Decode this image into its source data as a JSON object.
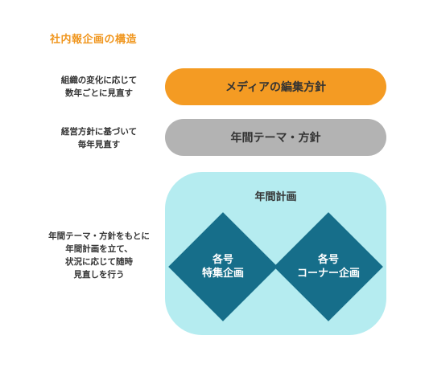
{
  "title": "社内報企画の構造",
  "rows": [
    {
      "label_lines": [
        "組織の変化に応じて",
        "数年ごとに見直す"
      ],
      "box": "メディアの編集方針"
    },
    {
      "label_lines": [
        "経営方針に基づいて",
        "毎年見直す"
      ],
      "box": "年間テーマ・方針"
    },
    {
      "label_lines": [
        "年間テーマ・方針をもとに",
        "年間計画を立て、",
        "状況に応じて随時",
        "見直しを行う"
      ],
      "box": "年間計画",
      "items": [
        {
          "lines": [
            "各号",
            "特集企画"
          ]
        },
        {
          "lines": [
            "各号",
            "コーナー企画"
          ]
        }
      ]
    }
  ],
  "colors": {
    "accent_orange": "#f49b23",
    "title_orange": "#f0961e",
    "pill_gray": "#b3b3b3",
    "panel_cyan": "#b5ecf0",
    "diamond_teal": "#166e8a"
  }
}
